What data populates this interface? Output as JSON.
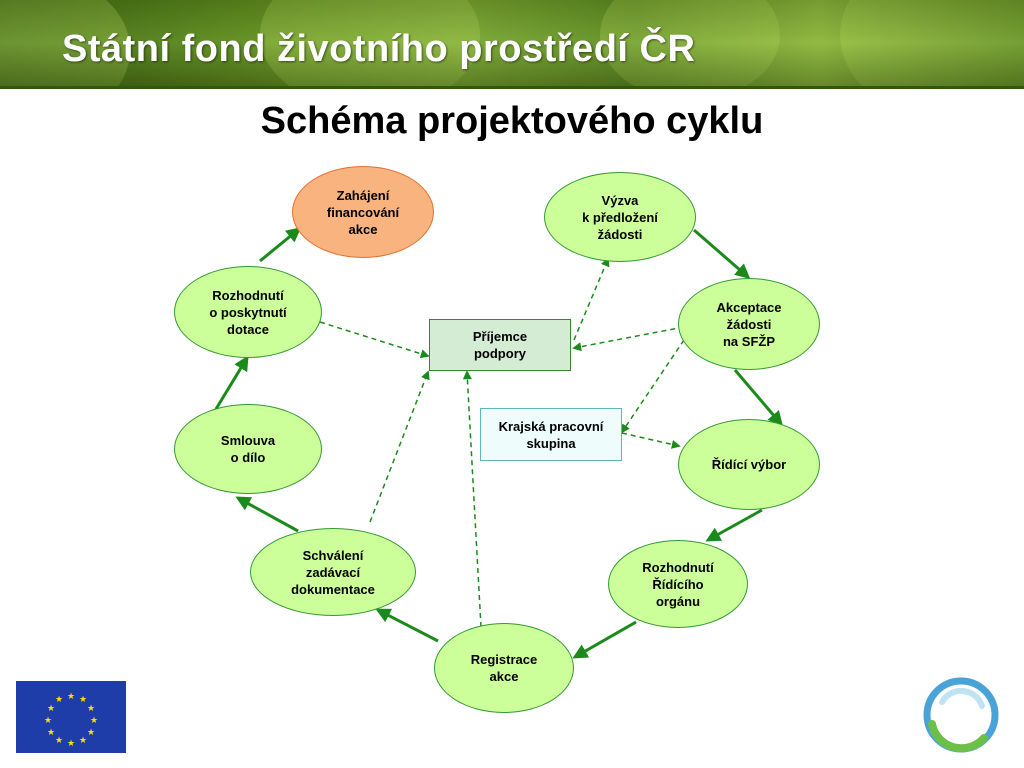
{
  "header": {
    "title": "Státní fond životního prostředí ČR"
  },
  "page_title": "Schéma projektového cyklu",
  "nodes": {
    "zahajeni": "Zahájení\nfinancování\nakce",
    "vyzva": "Výzva\nk předložení\nžádosti",
    "akceptace": "Akceptace\nžádosti\nna SFŽP",
    "ridici_vybor": "Řídící výbor",
    "rozhodnuti_ro": "Rozhodnutí\nŘídícího\norgánu",
    "registrace": "Registrace\nakce",
    "schvaleni": "Schválení\nzadávací\ndokumentace",
    "smlouva": "Smlouva\no dílo",
    "rozhodnuti_dotace": "Rozhodnutí\no poskytnutí\ndotace",
    "prijemce": "Příjemce\npodpory",
    "krajska": "Krajská pracovní\nskupina"
  },
  "colors": {
    "ellipse_fill": "#ccff99",
    "ellipse_stroke": "#339933",
    "start_fill": "#f9b37e",
    "arrow_solid": "#1a8a1a",
    "arrow_dashed": "#1a8a1a",
    "flag_blue": "#1e3da8",
    "flag_star": "#ffdd00"
  },
  "icons": {
    "eu_flag": "eu-flag-icon",
    "logo": "sfzp-logo-icon"
  }
}
